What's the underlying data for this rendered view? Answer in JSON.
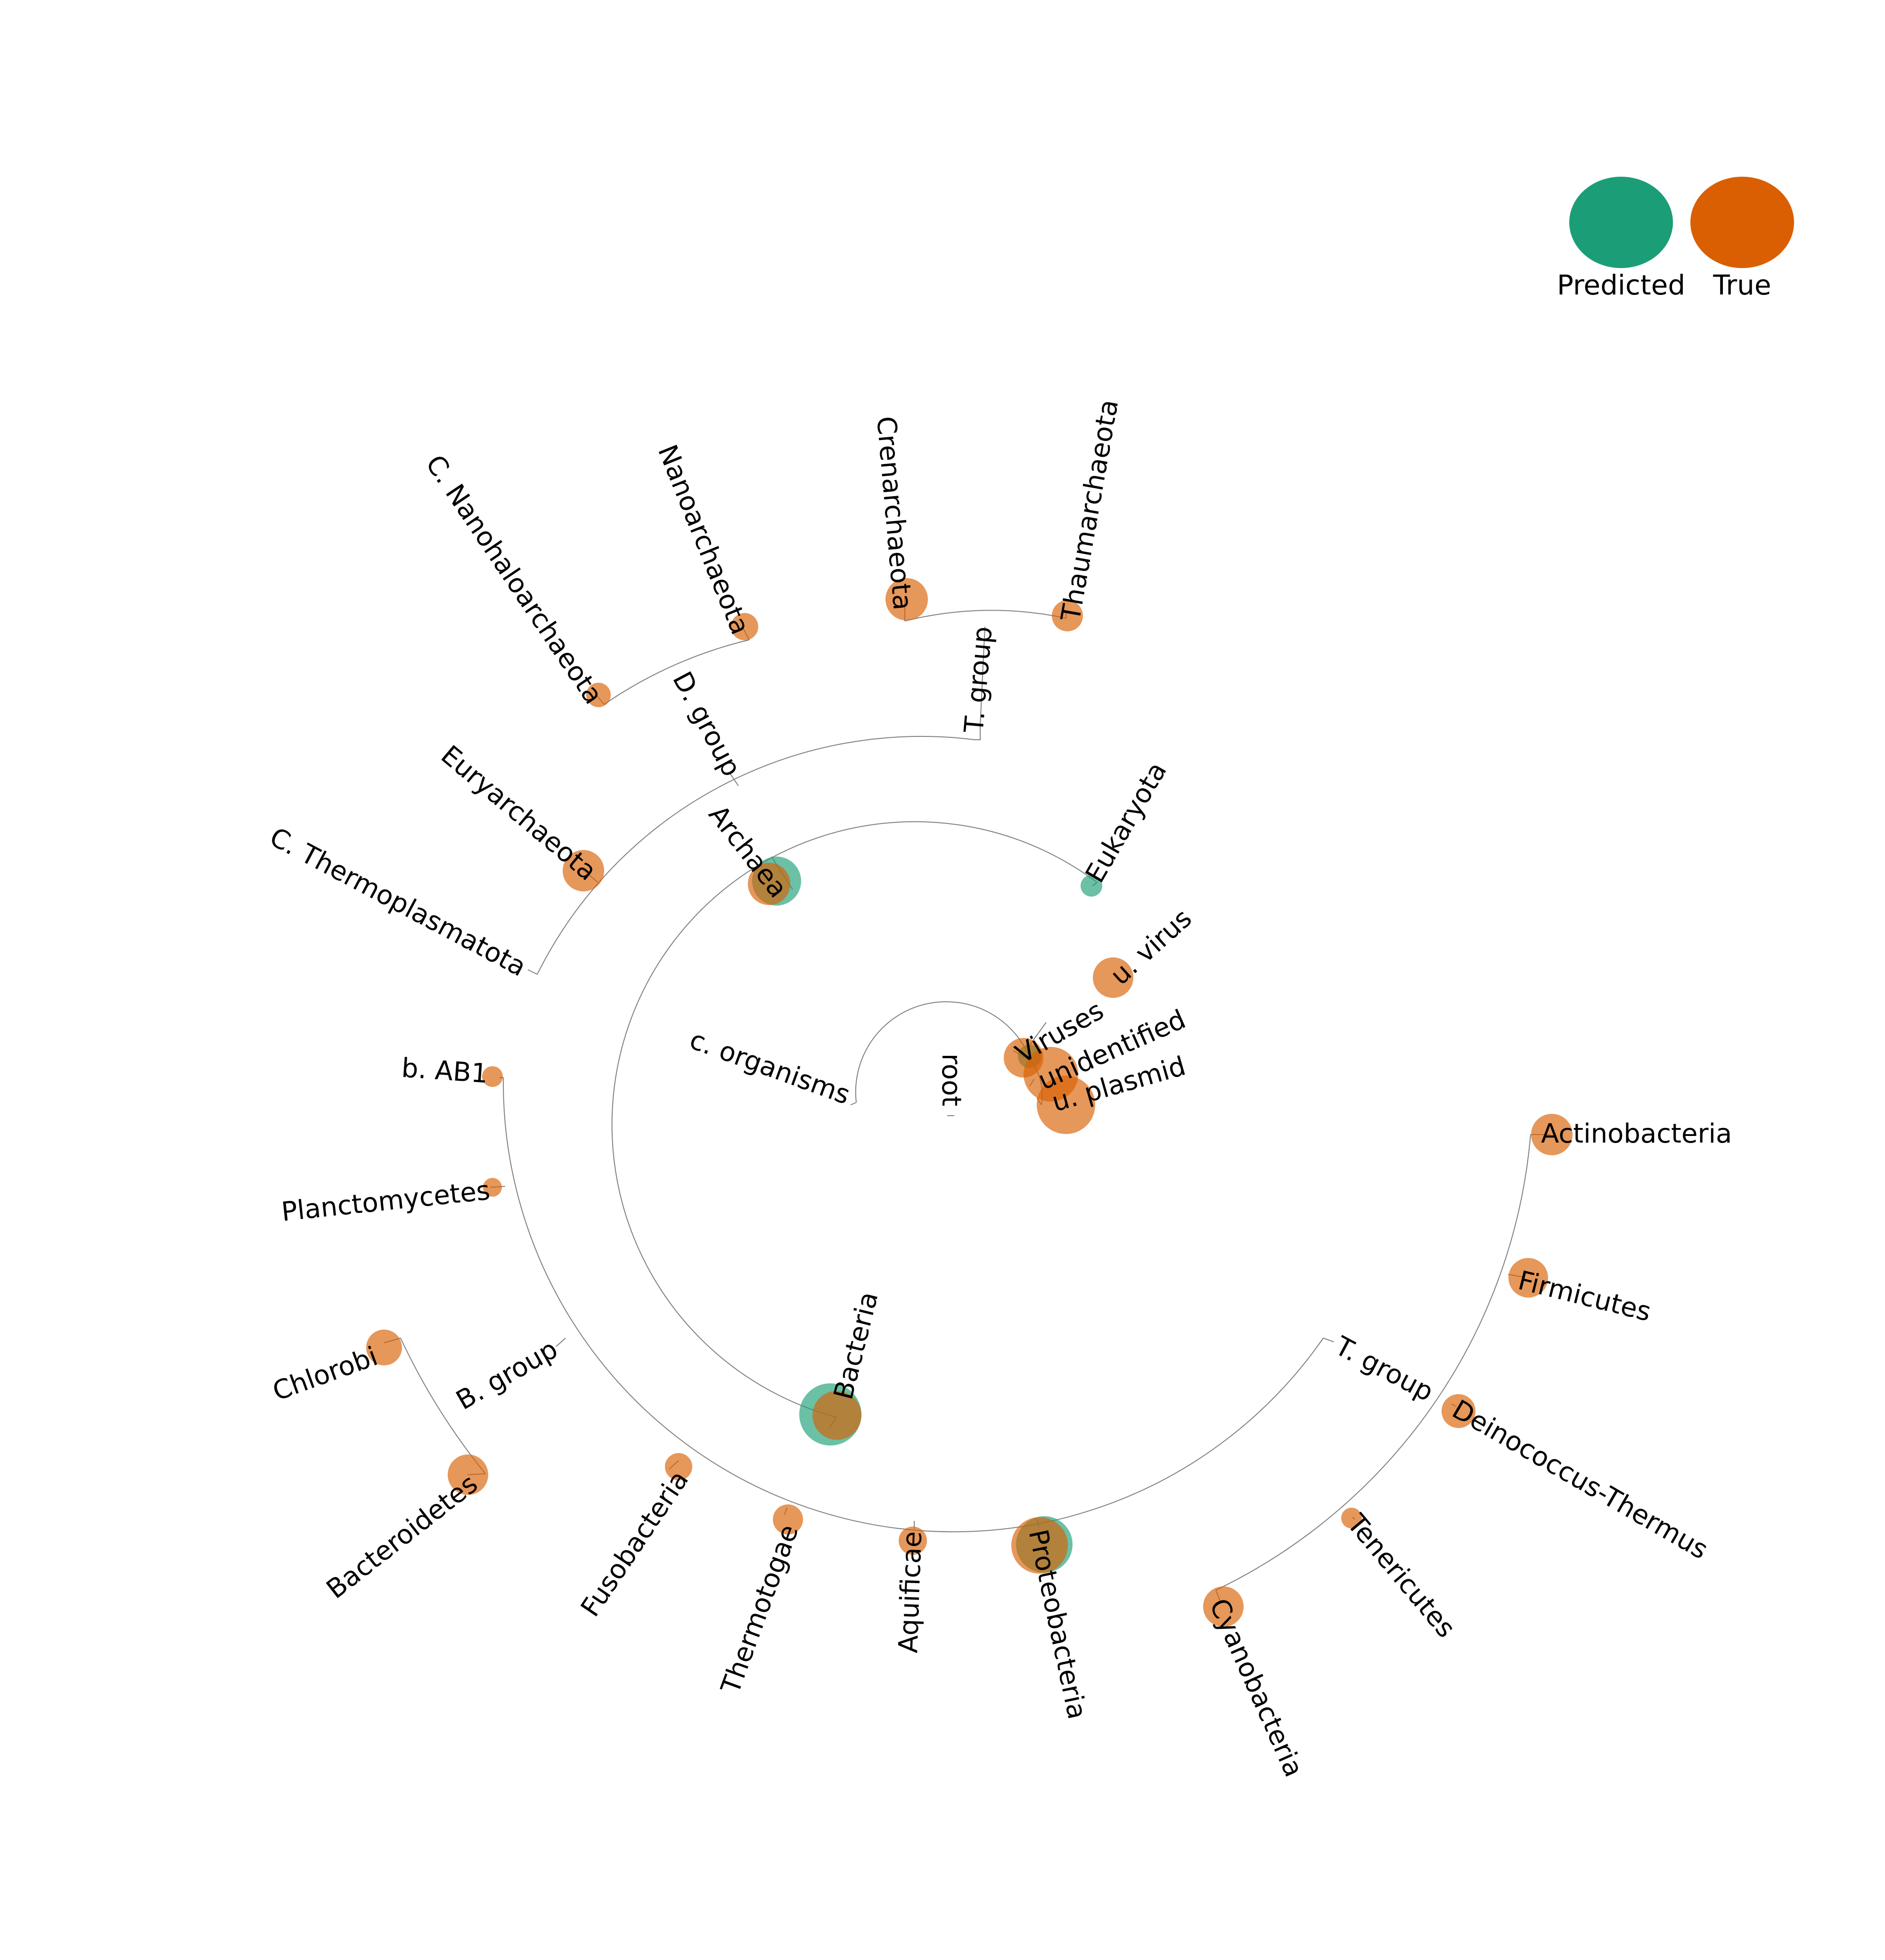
{
  "legend": {
    "predicted_label": "Predicted",
    "true_label": "True",
    "predicted_color": "#1b9e77",
    "true_color": "#d95f02"
  },
  "tree": {
    "root": "root",
    "clades": [
      {
        "name": "c. organisms",
        "parent": "root"
      },
      {
        "name": "Viruses",
        "parent": "root"
      },
      {
        "name": "unidentified",
        "parent": "root"
      },
      {
        "name": "u. plasmid",
        "parent": "root"
      },
      {
        "name": "u. virus",
        "parent": "Viruses"
      },
      {
        "name": "Eukaryota",
        "parent": "c. organisms"
      },
      {
        "name": "Archaea",
        "parent": "c. organisms"
      },
      {
        "name": "Bacteria",
        "parent": "c. organisms"
      },
      {
        "name": "T. group",
        "parent": "Archaea"
      },
      {
        "name": "D. group",
        "parent": "Archaea"
      },
      {
        "name": "Euryarchaeota",
        "parent": "Archaea"
      },
      {
        "name": "C. Thermoplasmatota",
        "parent": "Archaea"
      },
      {
        "name": "Crenarchaeota",
        "parent": "T. group"
      },
      {
        "name": "Thaumarchaeota",
        "parent": "T. group"
      },
      {
        "name": "Nanoarchaeota",
        "parent": "D. group"
      },
      {
        "name": "C. Nanohaloarchaeota",
        "parent": "D. group"
      },
      {
        "name": "b. AB1",
        "parent": "Bacteria"
      },
      {
        "name": "Planctomycetes",
        "parent": "Bacteria"
      },
      {
        "name": "B. group",
        "parent": "Bacteria"
      },
      {
        "name": "Chlorobi",
        "parent": "B. group"
      },
      {
        "name": "Bacteroidetes",
        "parent": "B. group"
      },
      {
        "name": "Fusobacteria",
        "parent": "Bacteria"
      },
      {
        "name": "Thermotogae",
        "parent": "Bacteria"
      },
      {
        "name": "Aquificae",
        "parent": "Bacteria"
      },
      {
        "name": "Proteobacteria",
        "parent": "Bacteria"
      },
      {
        "name": "T. group",
        "parent": "Bacteria",
        "id": "T. group (Bacteria)"
      },
      {
        "name": "Cyanobacteria",
        "parent": "T. group (Bacteria)"
      },
      {
        "name": "Tenericutes",
        "parent": "T. group (Bacteria)"
      },
      {
        "name": "Deinococcus-Thermus",
        "parent": "T. group (Bacteria)"
      },
      {
        "name": "Firmicutes",
        "parent": "T. group (Bacteria)"
      },
      {
        "name": "Actinobacteria",
        "parent": "T. group (Bacteria)"
      }
    ]
  }
}
